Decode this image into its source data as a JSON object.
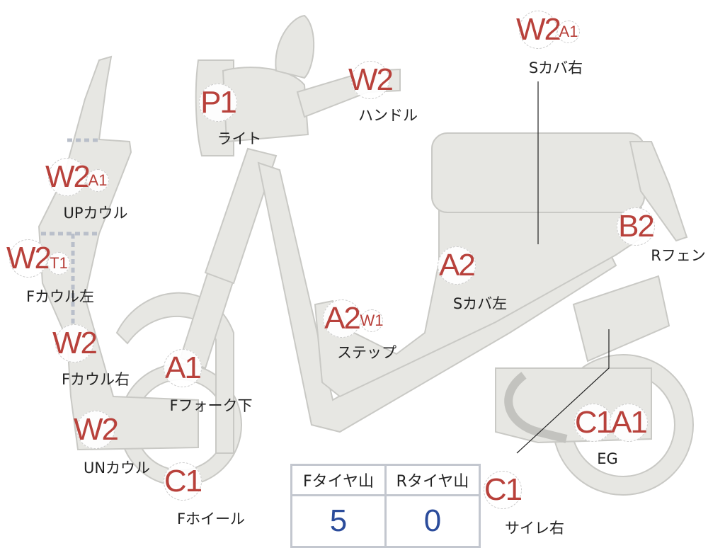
{
  "colors": {
    "body": "#e7e7e3",
    "outline": "#c9c9c5",
    "code": "#b8413b",
    "value": "#2b4c9b"
  },
  "parts": [
    {
      "id": "light",
      "codes": [
        "P1"
      ],
      "label": "ライト"
    },
    {
      "id": "handle",
      "codes": [
        "W2"
      ],
      "label": "ハンドル"
    },
    {
      "id": "s-cover-right",
      "codes": [
        "W2",
        "A1"
      ],
      "label": "Sカバ右"
    },
    {
      "id": "up-cowl",
      "codes": [
        "W2",
        "A1"
      ],
      "label": "UPカウル"
    },
    {
      "id": "f-cowl-left",
      "codes": [
        "W2",
        "T1"
      ],
      "label": "Fカウル左"
    },
    {
      "id": "f-cowl-right",
      "codes": [
        "W2"
      ],
      "label": "Fカウル右"
    },
    {
      "id": "f-fork-lower",
      "codes": [
        "A1"
      ],
      "label": "Fフォーク下"
    },
    {
      "id": "un-cowl",
      "codes": [
        "W2"
      ],
      "label": "UNカウル"
    },
    {
      "id": "f-wheel",
      "codes": [
        "C1"
      ],
      "label": "Fホイール"
    },
    {
      "id": "step",
      "codes": [
        "A2",
        "W1"
      ],
      "label": "ステップ"
    },
    {
      "id": "s-cover-left",
      "codes": [
        "A2"
      ],
      "label": "Sカバ左"
    },
    {
      "id": "r-fender",
      "codes": [
        "B2"
      ],
      "label": "Rフェン"
    },
    {
      "id": "engine",
      "codes": [
        "C1",
        "A1"
      ],
      "label": "EG"
    },
    {
      "id": "muffler-right",
      "codes": [
        "C1"
      ],
      "label": "サイレ右"
    }
  ],
  "tires": {
    "headers": [
      "Fタイヤ山",
      "Rタイヤ山"
    ],
    "values": [
      "5",
      "0"
    ]
  }
}
